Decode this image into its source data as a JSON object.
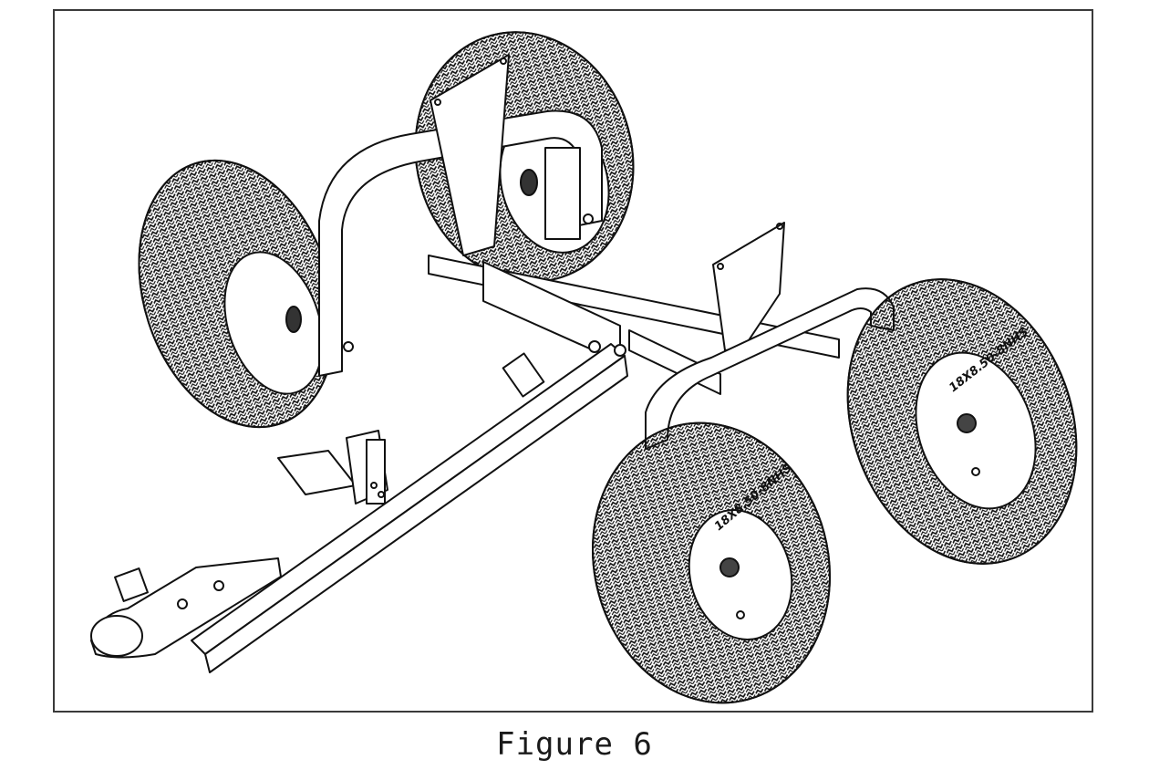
{
  "figure": {
    "caption": "Figure 6",
    "subject": "trailer-tandem-axle-assembly"
  },
  "tires": {
    "front_right_marking": "18X8.50-8NHS",
    "rear_right_marking": "18X8.50-8NHS"
  },
  "colors": {
    "line": "#111111",
    "frame_border": "#3a3a3a",
    "background": "#ffffff"
  }
}
